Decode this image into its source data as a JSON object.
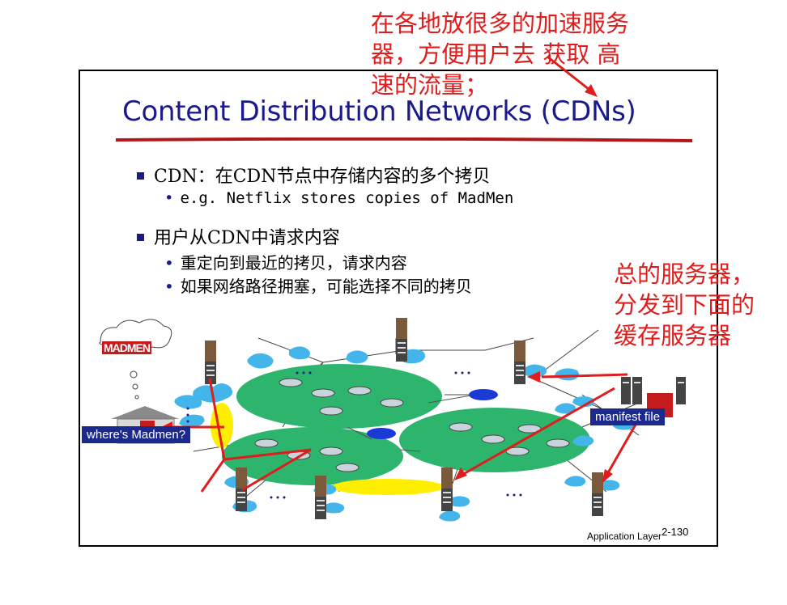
{
  "annotations": {
    "top_lines": [
      "在各地放很多的加速服务",
      "器，方便用户去 获取 高",
      "速的流量；"
    ],
    "right_lines": [
      "总的服务器，",
      "分发到下面的",
      "缓存服务器"
    ]
  },
  "slide": {
    "title": "Content Distribution Networks (CDNs)",
    "bullets": [
      {
        "text": "CDN：在CDN节点中存储内容的多个拷贝",
        "sub": [
          "e.g. Netflix stores copies of MadMen"
        ]
      },
      {
        "text": "用户从CDN中请求内容",
        "sub": [
          "重定向到最近的拷贝，请求内容",
          "如果网络路径拥塞，可能选择不同的拷贝"
        ]
      }
    ],
    "labels": {
      "where": "where's Madmen?",
      "manifest": "manifest file",
      "madmen": "MADMEN"
    },
    "footer": {
      "text": "Application Layer",
      "page": "2-130"
    }
  },
  "colors": {
    "annotation": "#e01c1c",
    "title": "#1a1a8c",
    "network_green": "#2db56e",
    "label_bg": "#1c2a8e"
  }
}
